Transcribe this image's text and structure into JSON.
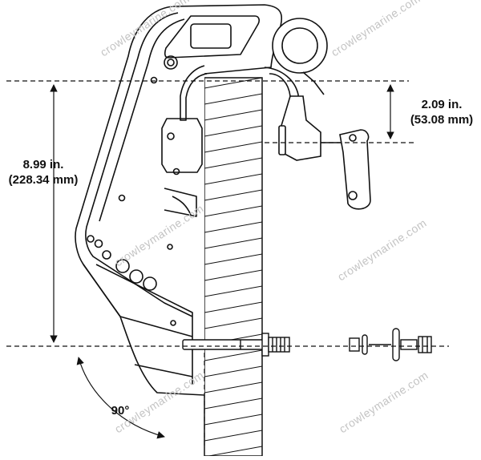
{
  "dimensions": {
    "height_total_in": "8.99 in.",
    "height_total_mm": "(228.34 mm)",
    "offset_in": "2.09 in.",
    "offset_mm": "(53.08 mm)",
    "angle": "90°"
  },
  "watermark": {
    "text": "crowleymarine.com"
  },
  "colors": {
    "line": "#111111",
    "watermark": "#c4c4c4",
    "background": "#ffffff"
  }
}
